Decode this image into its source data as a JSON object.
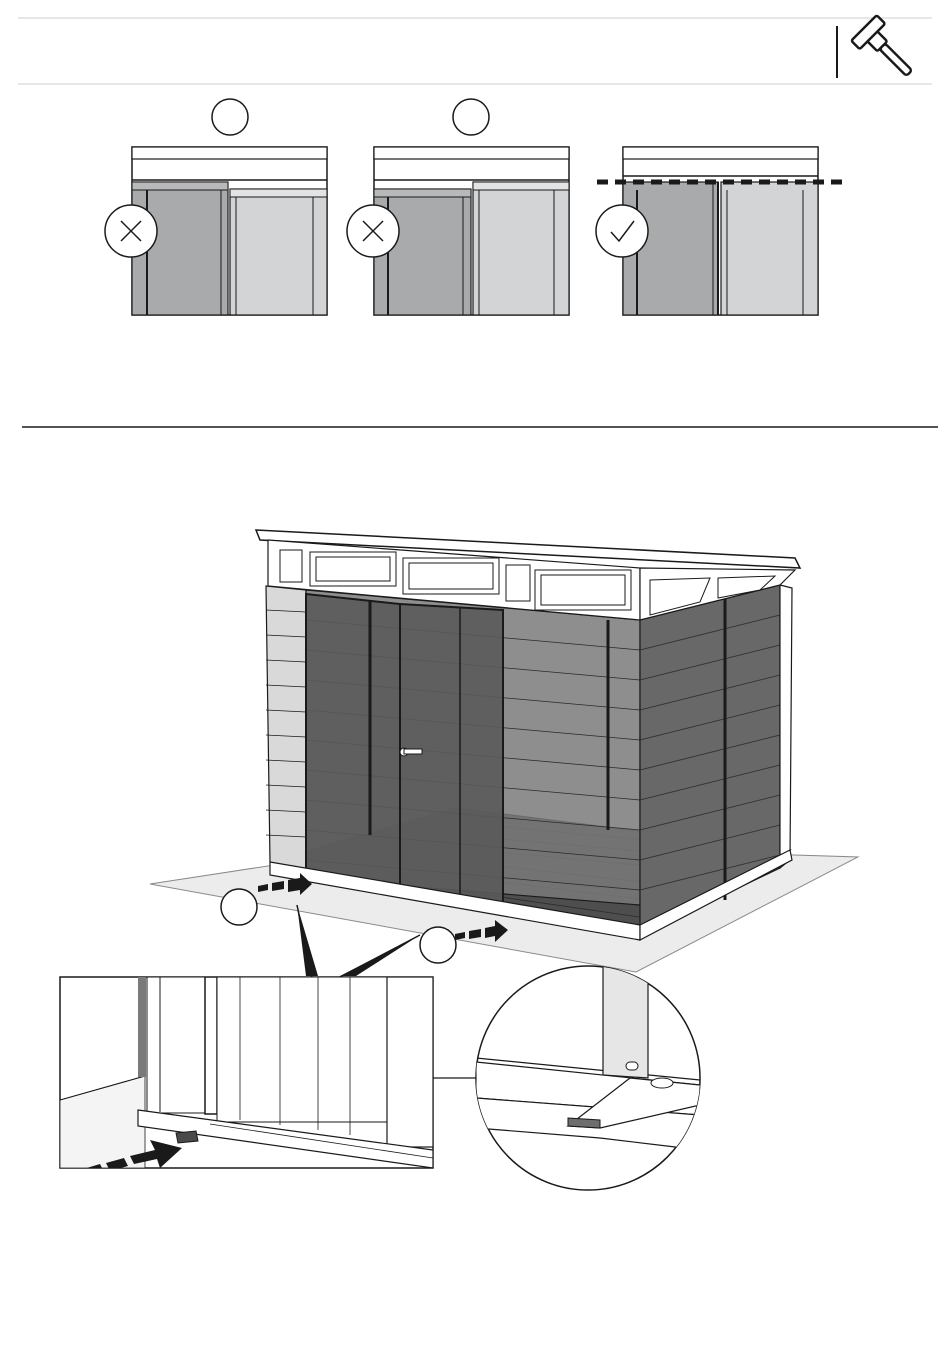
{
  "header": {
    "tool_icon": "hammer-icon"
  },
  "door_alignment": {
    "examples": [
      {
        "status": "incorrect",
        "badge_icon": "cross-icon",
        "step_label": ""
      },
      {
        "status": "incorrect",
        "badge_icon": "cross-icon",
        "step_label": ""
      },
      {
        "status": "correct",
        "badge_icon": "check-icon",
        "step_label": ""
      }
    ]
  },
  "shed_step": {
    "callouts": [
      "",
      ""
    ],
    "icons": [
      "push-arrow-icon",
      "push-arrow-icon"
    ]
  },
  "colors": {
    "line": "#1a1a1a",
    "panel_dark": "#a9aaab",
    "panel_light": "#d3d4d5",
    "shed_fill": "#6b6b6b",
    "ground": "#ececec"
  }
}
